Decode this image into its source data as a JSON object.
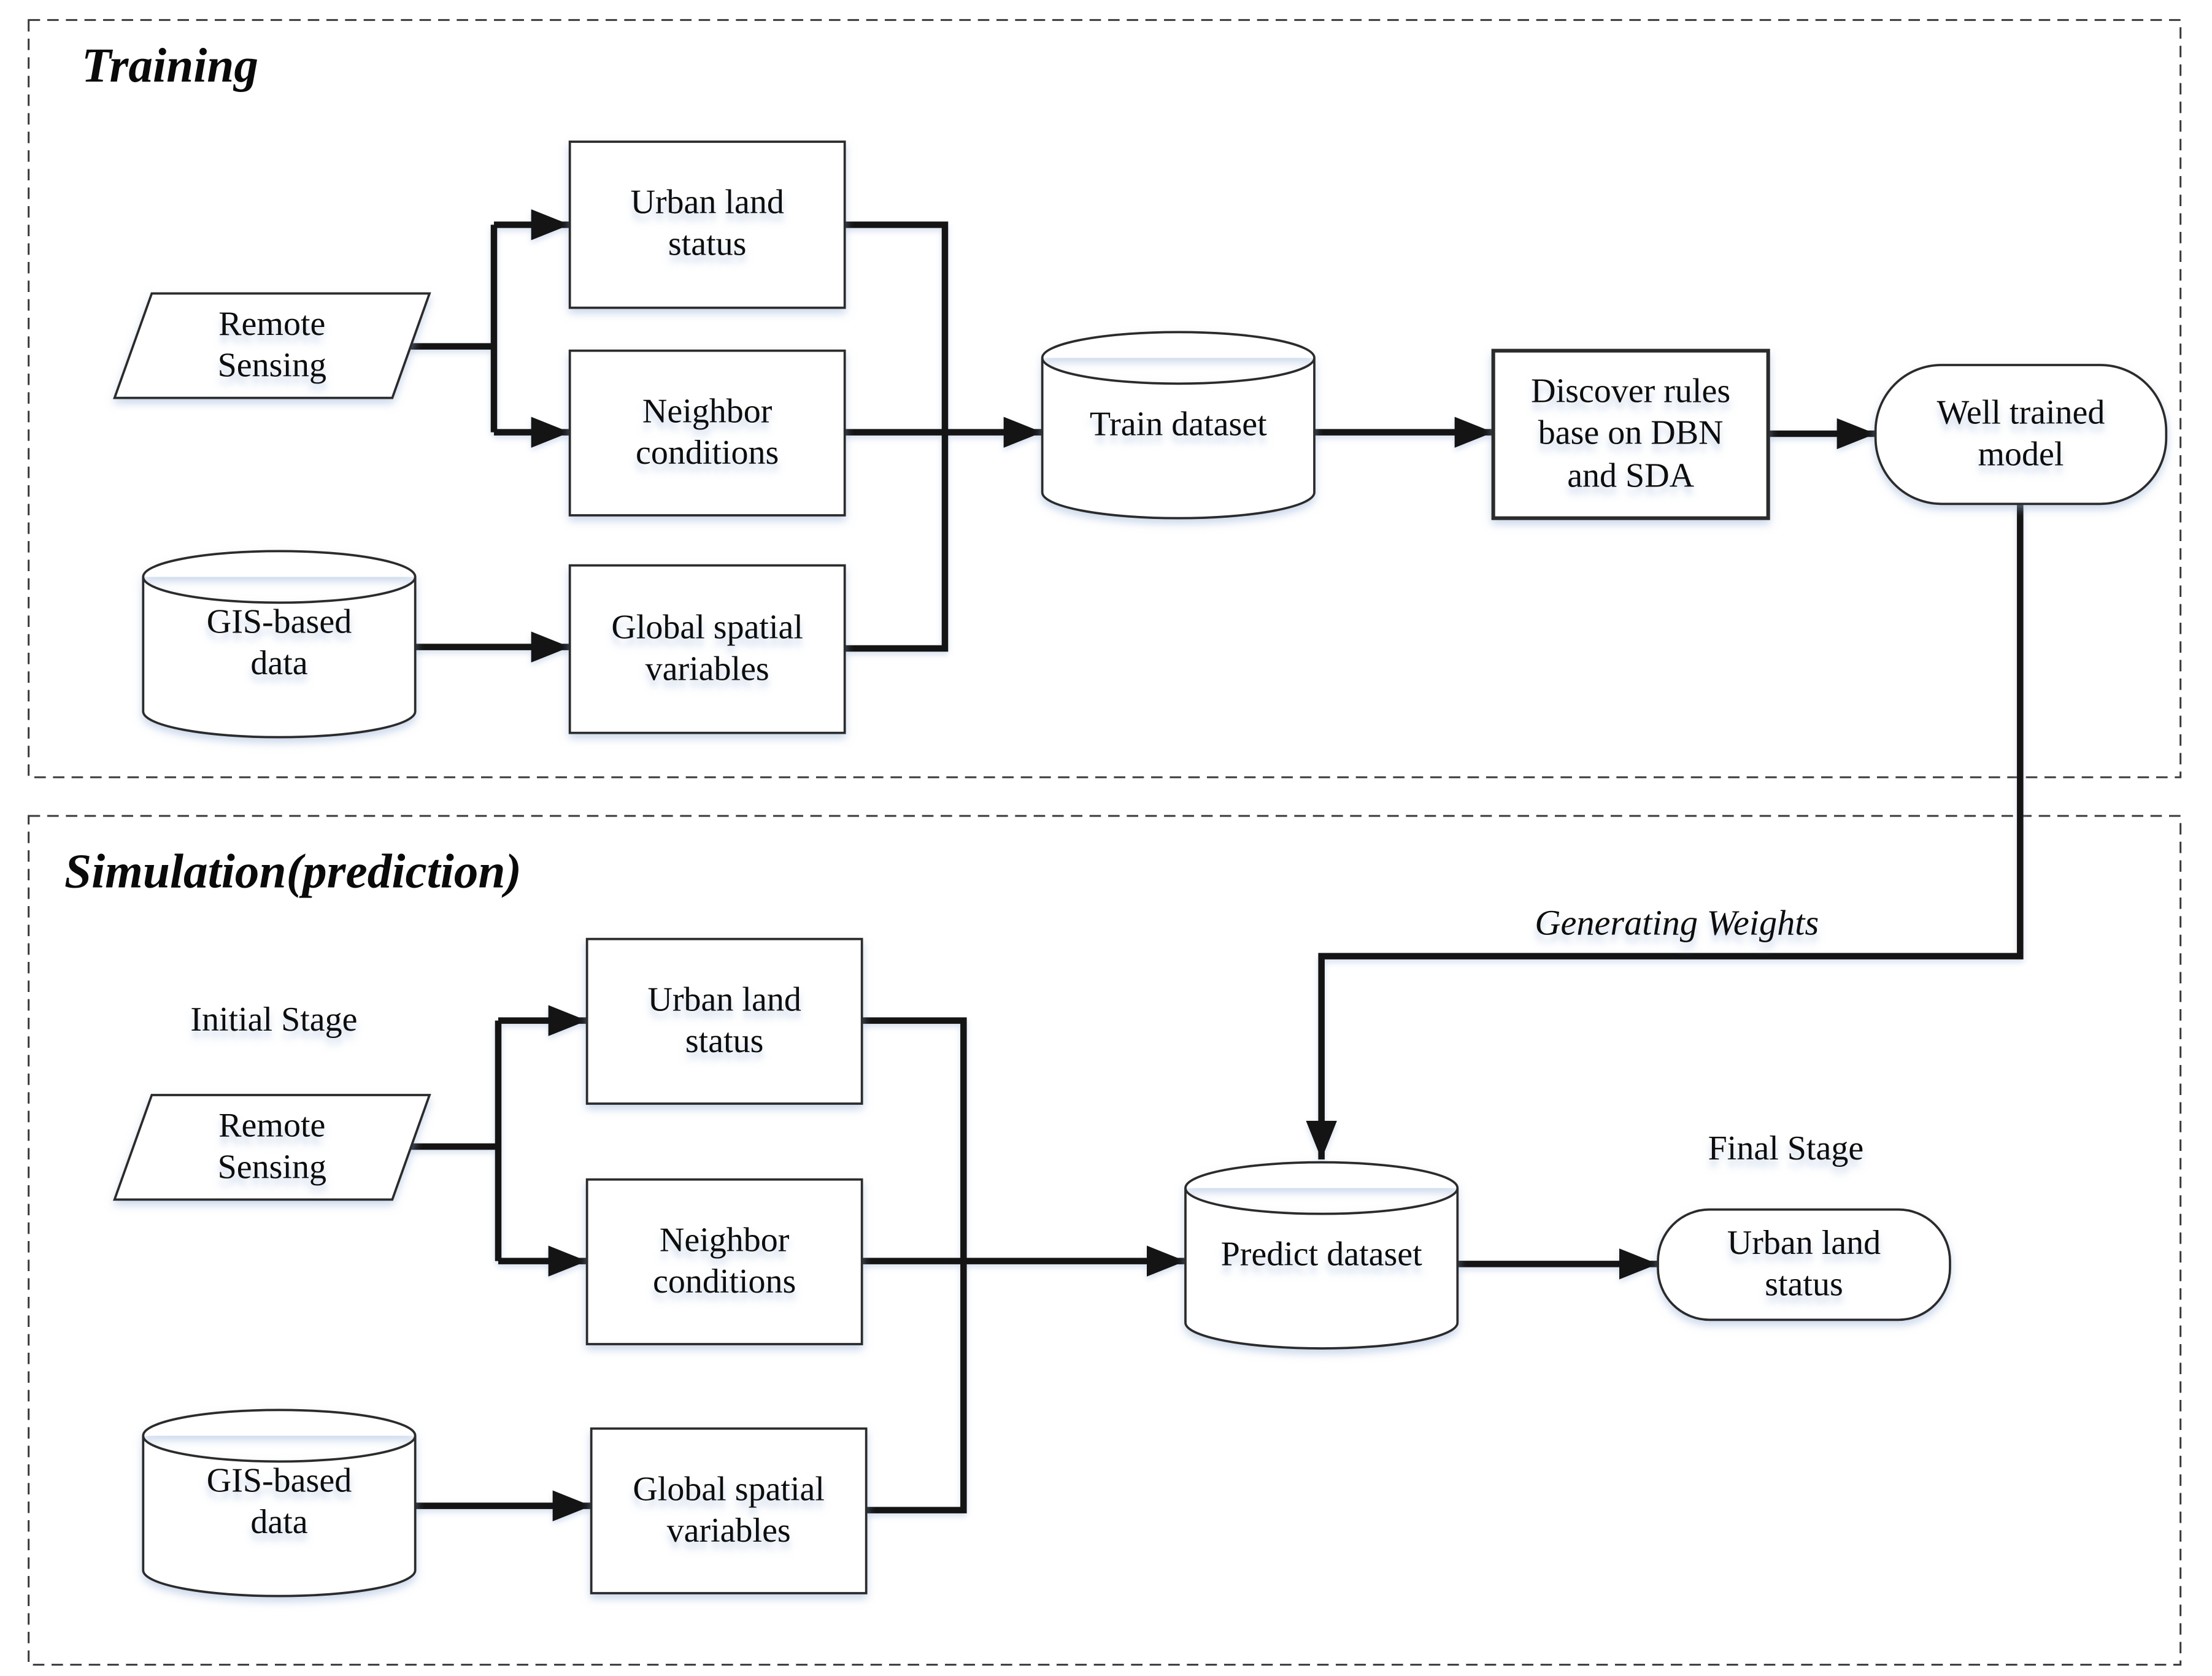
{
  "canvas": {
    "background": "#ffffff",
    "line_color": "#141414",
    "border_color": "#2b2b2b",
    "dash_border_color": "#3a3a3a",
    "shadow_color": "rgba(150,175,215,0.5)"
  },
  "training": {
    "title": "Training",
    "remote_sensing": "Remote\nSensing",
    "urban_land_status": "Urban land\nstatus",
    "neighbor_conditions": "Neighbor\nconditions",
    "gis_data": "GIS-based\ndata",
    "global_spatial": "Global spatial\nvariables",
    "train_dataset": "Train dataset",
    "discover_rules": "Discover rules\nbase on DBN\nand SDA",
    "well_trained": "Well trained\nmodel"
  },
  "simulation": {
    "title": "Simulation(prediction)",
    "initial_stage": "Initial Stage",
    "remote_sensing": "Remote\nSensing",
    "urban_land_status": "Urban land\nstatus",
    "neighbor_conditions": "Neighbor\nconditions",
    "gis_data": "GIS-based\ndata",
    "global_spatial": "Global spatial\nvariables",
    "predict_dataset": "Predict dataset",
    "generating_weights": "Generating Weights",
    "final_stage": "Final Stage",
    "final_urban_land_status": "Urban land\nstatus"
  }
}
